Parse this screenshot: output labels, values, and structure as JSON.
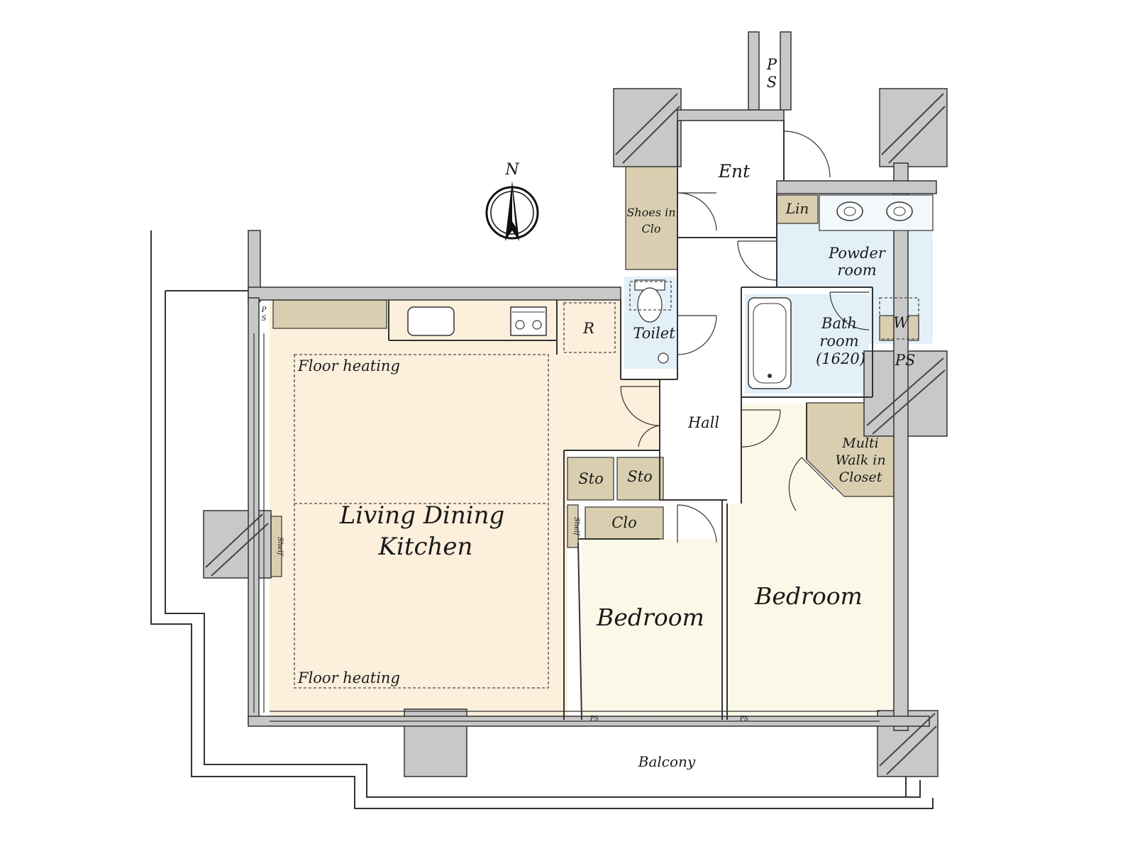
{
  "compass": {
    "label": "N"
  },
  "rooms": {
    "ldk_line1": "Living Dining",
    "ldk_line2": "Kitchen",
    "floor_heating_top": "Floor heating",
    "floor_heating_bottom": "Floor heating",
    "bedroom_left": "Bedroom",
    "bedroom_right": "Bedroom",
    "entrance": "Ent",
    "shoes_line1": "Shoes in",
    "shoes_line2": "Clo",
    "toilet": "Toilet",
    "hall": "Hall",
    "linen": "Lin",
    "powder_line1": "Powder",
    "powder_line2": "room",
    "bath_line1": "Bath",
    "bath_line2": "room",
    "bath_line3": "(1620)",
    "washer": "W",
    "ps_right": "PS",
    "ps_top_1": "P",
    "ps_top_2": "S",
    "ps_small_1": "P",
    "ps_small_2": "S",
    "ps_bed1": "PS",
    "ps_bed2": "PS",
    "refrigerator": "R",
    "storage_1": "Sto",
    "storage_2": "Sto",
    "closet": "Clo",
    "wic_line1": "Multi",
    "wic_line2": "Walk in",
    "wic_line3": "Closet",
    "shelf_1": "Shelf",
    "shelf_2": "Shelf",
    "balcony": "Balcony"
  },
  "colors": {
    "ldk": "#fcefdc",
    "bedroom": "#fbf8e8",
    "storage": "#d9ceb0",
    "wet": "#e3f0f8",
    "wall": "#c8c8c8"
  }
}
